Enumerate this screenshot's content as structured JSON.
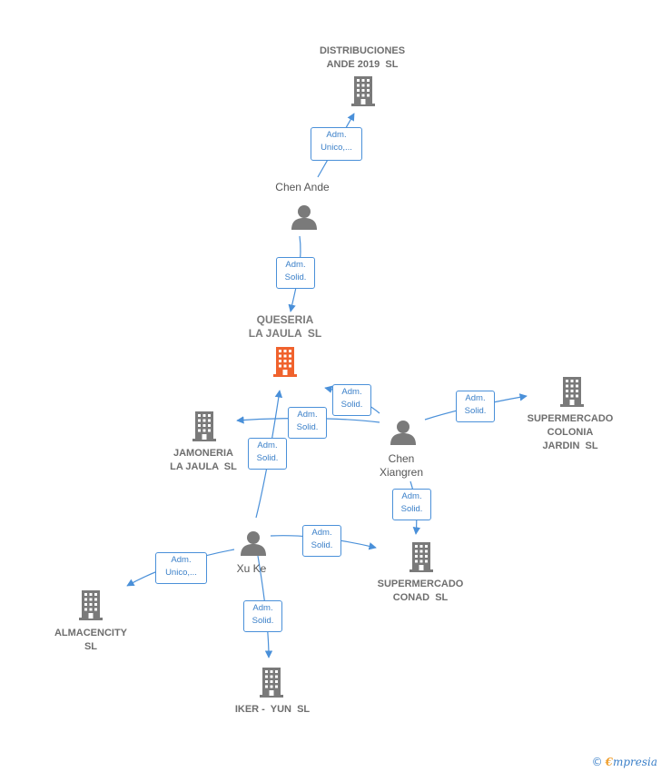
{
  "colors": {
    "edge": "#4a90d9",
    "building": "#7a7a7a",
    "main_building": "#f0622d",
    "person": "#7a7a7a"
  },
  "nodes": {
    "distribuciones": "DISTRIBUCIONES\nANDE 2019  SL",
    "queseria": "QUESERIA\nLA JAULA  SL",
    "jamoneria": "JAMONERIA\nLA JAULA  SL",
    "supermercado_colonia": "SUPERMERCADO\nCOLONIA\nJARDIN  SL",
    "supermercado_conad": "SUPERMERCADO\nCONAD  SL",
    "almacencity": "ALMACENCITY\nSL",
    "iker": "IKER -  YUN  SL"
  },
  "people": {
    "chen_ande": "Chen Ande",
    "chen_xiangren": "Chen\nXiangren",
    "xu_ke": "Xu Ke"
  },
  "edges": {
    "e1": "Adm.\nUnico,...",
    "e2": "Adm.\nSolid.",
    "e3": "Adm.\nSolid.",
    "e4": "Adm.\nSolid.",
    "e5": "Adm.\nSolid.",
    "e6": "Adm.\nSolid.",
    "e7": "Adm.\nSolid.",
    "e8": "Adm.\nSolid.",
    "e9": "Adm.\nUnico,...",
    "e10": "Adm.\nSolid."
  },
  "brand": {
    "copyright": "©",
    "initial": "€",
    "name": "mpresia"
  }
}
